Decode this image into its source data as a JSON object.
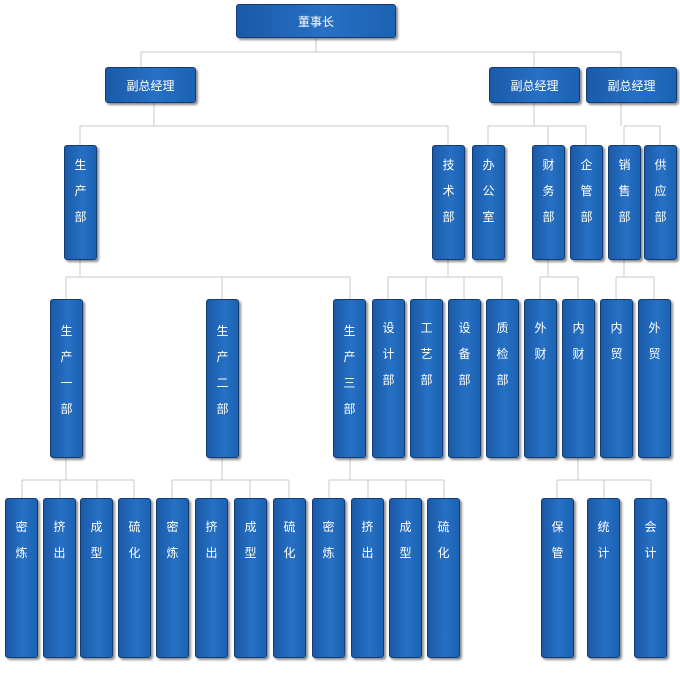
{
  "nodes": [
    {
      "id": "root",
      "label": "董事长"
    },
    {
      "id": "vp1",
      "label": "副总经理"
    },
    {
      "id": "vp2",
      "label": "副总经理"
    },
    {
      "id": "vp3",
      "label": "副总经理"
    },
    {
      "id": "prod",
      "label": "生产部"
    },
    {
      "id": "tech",
      "label": "技术部"
    },
    {
      "id": "office",
      "label": "办公室"
    },
    {
      "id": "fin",
      "label": "财务部"
    },
    {
      "id": "mgmt",
      "label": "企管部"
    },
    {
      "id": "sales",
      "label": "销售部"
    },
    {
      "id": "supply",
      "label": "供应部"
    },
    {
      "id": "p1",
      "label": "生产一部"
    },
    {
      "id": "p2",
      "label": "生产二部"
    },
    {
      "id": "p3",
      "label": "生产三部"
    },
    {
      "id": "design",
      "label": "设计部"
    },
    {
      "id": "craft",
      "label": "工艺部"
    },
    {
      "id": "equip",
      "label": "设备部"
    },
    {
      "id": "qc",
      "label": "质检部"
    },
    {
      "id": "extfin",
      "label": "外财"
    },
    {
      "id": "intfin",
      "label": "内财"
    },
    {
      "id": "domtrade",
      "label": "内贸"
    },
    {
      "id": "fortrade",
      "label": "外贸"
    },
    {
      "id": "p1a",
      "label": "密炼"
    },
    {
      "id": "p1b",
      "label": "挤出"
    },
    {
      "id": "p1c",
      "label": "成型"
    },
    {
      "id": "p1d",
      "label": "硫化"
    },
    {
      "id": "p2a",
      "label": "密炼"
    },
    {
      "id": "p2b",
      "label": "挤出"
    },
    {
      "id": "p2c",
      "label": "成型"
    },
    {
      "id": "p2d",
      "label": "硫化"
    },
    {
      "id": "p3a",
      "label": "密炼"
    },
    {
      "id": "p3b",
      "label": "挤出"
    },
    {
      "id": "p3c",
      "label": "成型"
    },
    {
      "id": "p3d",
      "label": "硫化"
    },
    {
      "id": "keep",
      "label": "保管"
    },
    {
      "id": "stat",
      "label": "统计"
    },
    {
      "id": "acct",
      "label": "会计"
    }
  ]
}
